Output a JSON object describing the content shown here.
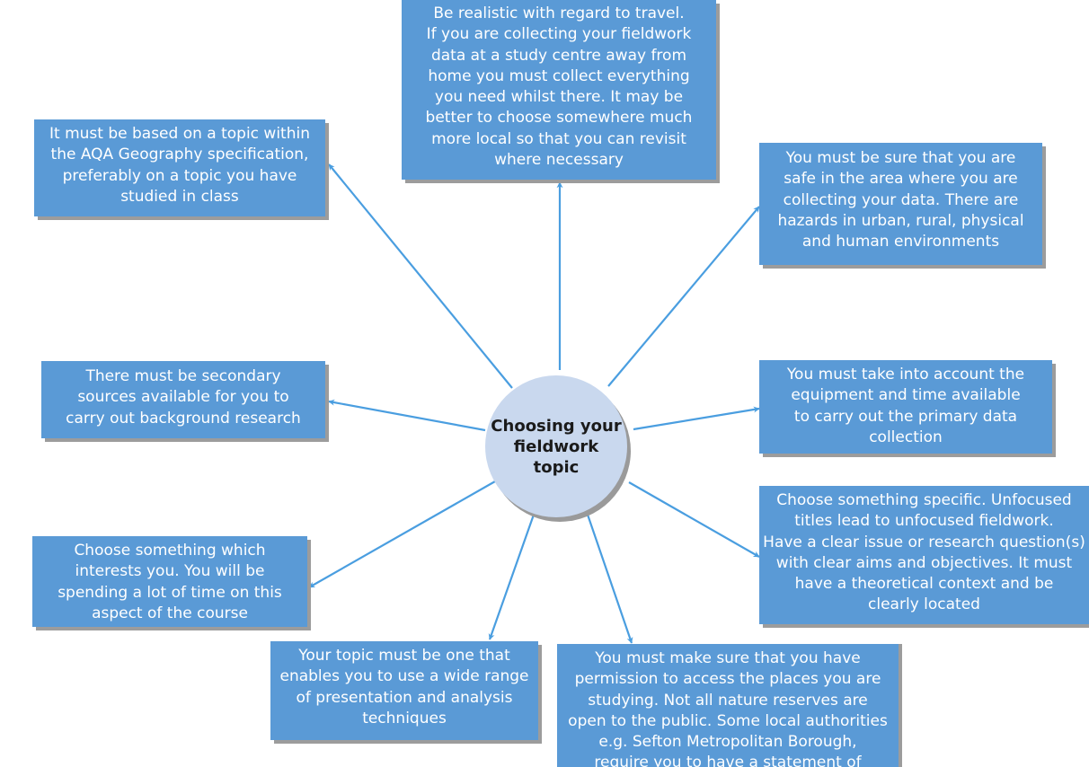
{
  "colors": {
    "box": "#5a9ad6",
    "hub": "#c9d8ee",
    "arrow": "#4a9ee0",
    "text": "#ffffff"
  },
  "hub": {
    "text": "Choosing your\nfieldwork\ntopic"
  },
  "boxes": [
    {
      "id": "travel",
      "text": "Be realistic with regard to travel.\nIf you are collecting your fieldwork\ndata at a study centre away from\nhome you must collect everything\nyou need whilst there. It may be\nbetter to choose somewhere much\nmore local so that you can revisit\nwhere necessary"
    },
    {
      "id": "aqa-spec",
      "text": "It must be based on a topic within\nthe AQA Geography specification,\npreferably on a topic you have\nstudied in class"
    },
    {
      "id": "safety",
      "text": "You must be sure that you are\nsafe in the area where you are\ncollecting your data. There are\nhazards in urban, rural, physical\nand human environments"
    },
    {
      "id": "secondary-sources",
      "text": "There must be secondary\nsources available for you to\ncarry out background research"
    },
    {
      "id": "equipment-time",
      "text": "You must take into account the\nequipment and time available\nto carry out the primary data\ncollection"
    },
    {
      "id": "specific",
      "text": "Choose something specific. Unfocused\ntitles lead to unfocused fieldwork.\nHave a clear issue or research question(s)\nwith clear aims and objectives. It must\nhave a theoretical context and be\nclearly located"
    },
    {
      "id": "interests",
      "text": "Choose something which\ninterests you. You will be\nspending a lot of time on this\naspect of the course"
    },
    {
      "id": "presentation",
      "text": "Your topic must be one that\nenables you to use a wide range\nof presentation and analysis\ntechniques"
    },
    {
      "id": "permission",
      "text": "You must make sure that you have\npermission to access the places you are\nstudying. Not all nature reserves are\nopen to the public. Some local authorities\ne.g. Sefton Metropolitan Borough,\nrequire you to have a statement of"
    }
  ]
}
